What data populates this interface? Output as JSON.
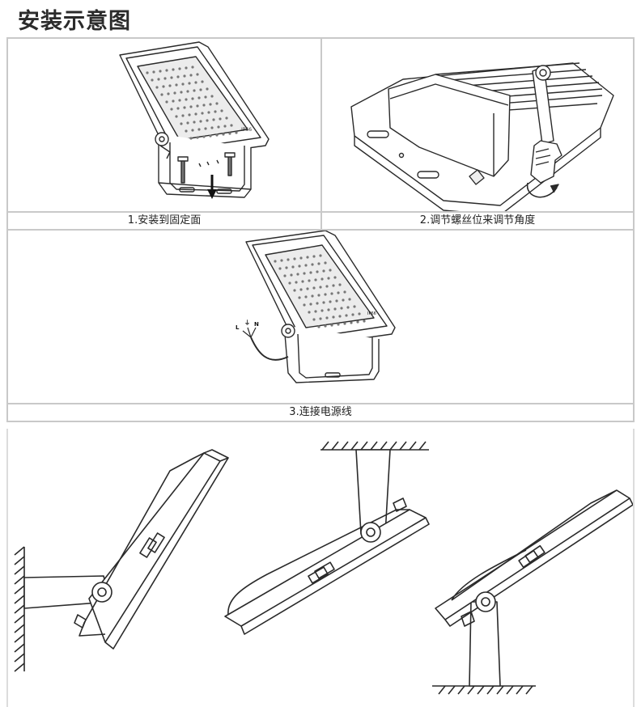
{
  "title": "安装示意图",
  "steps": [
    {
      "label": "1.安装到固定面"
    },
    {
      "label": "2.调节螺丝位来调节角度"
    },
    {
      "label": "3.连接电源线"
    }
  ],
  "product": {
    "ip_mark": "IP66"
  },
  "wiring": {
    "l": "L",
    "ground": "⏚",
    "n": "N"
  },
  "colors": {
    "line": "#2a2a2a",
    "border": "#c9c9c9"
  }
}
